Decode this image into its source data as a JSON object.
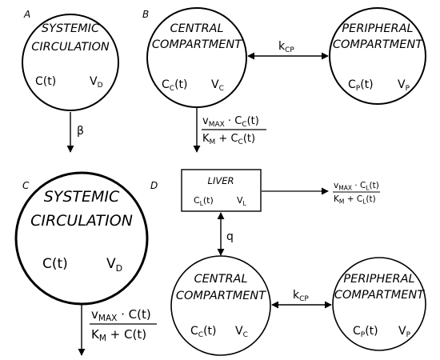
{
  "panels": {
    "a": {
      "label": "A",
      "circle_title": [
        "SYSTEMIC",
        "CIRCULATION"
      ],
      "conc": {
        "base": "C",
        "sub": "",
        "arg": "(t)"
      },
      "volume": {
        "base": "V",
        "sub": "D"
      },
      "elimination_rate": "β"
    },
    "b": {
      "label": "B",
      "central_title": [
        "CENTRAL",
        "COMPARTMENT"
      ],
      "central_conc": {
        "base": "C",
        "sub": "C",
        "arg": "(t)"
      },
      "central_volume": {
        "base": "V",
        "sub": "C"
      },
      "peripheral_title": [
        "PERIPHERAL",
        "COMPARTMENT"
      ],
      "peripheral_conc": {
        "base": "C",
        "sub": "P",
        "arg": "(t)"
      },
      "peripheral_volume": {
        "base": "V",
        "sub": "P"
      },
      "exchange_rate": {
        "base": "k",
        "sub": "CP"
      },
      "elimination": {
        "num_a": "v",
        "num_a_sub": "MAX",
        "num_dot": " · ",
        "num_b": "C",
        "num_b_sub": "C",
        "num_b_arg": "(t)",
        "den_a": "K",
        "den_a_sub": "M",
        "den_plus": " + ",
        "den_b": "C",
        "den_b_sub": "C",
        "den_b_arg": "(t)"
      }
    },
    "c": {
      "label": "C",
      "circle_title": [
        "SYSTEMIC",
        "CIRCULATION"
      ],
      "conc": {
        "base": "C",
        "sub": "",
        "arg": "(t)"
      },
      "volume": {
        "base": "V",
        "sub": "D"
      },
      "elimination": {
        "num_a": "v",
        "num_a_sub": "MAX",
        "num_dot": " · ",
        "num_b": "C",
        "num_b_arg": "(t)",
        "den_a": "K",
        "den_a_sub": "M",
        "den_plus": " + ",
        "den_b": "C",
        "den_b_arg": "(t)"
      }
    },
    "d": {
      "label": "D",
      "liver_title": "LIVER",
      "liver_conc": {
        "base": "C",
        "sub": "L",
        "arg": "(t)"
      },
      "liver_volume": {
        "base": "V",
        "sub": "L"
      },
      "blood_flow": "q",
      "central_title": [
        "CENTRAL",
        "COMPARTMENT"
      ],
      "central_conc": {
        "base": "C",
        "sub": "C",
        "arg": "(t)"
      },
      "central_volume": {
        "base": "V",
        "sub": "C"
      },
      "peripheral_title": [
        "PERIPHERAL",
        "COMPARTMENT"
      ],
      "peripheral_conc": {
        "base": "C",
        "sub": "P",
        "arg": "(t)"
      },
      "peripheral_volume": {
        "base": "V",
        "sub": "P"
      },
      "exchange_rate": {
        "base": "k",
        "sub": "CP"
      },
      "elimination": {
        "num_a": "v",
        "num_a_sub": "MAX",
        "num_dot": " · ",
        "num_b": "C",
        "num_b_sub": "L",
        "num_b_arg": "(t)",
        "den_a": "K",
        "den_a_sub": "M",
        "den_plus": " + ",
        "den_b": "C",
        "den_b_sub": "L",
        "den_b_arg": "(t)"
      }
    }
  }
}
